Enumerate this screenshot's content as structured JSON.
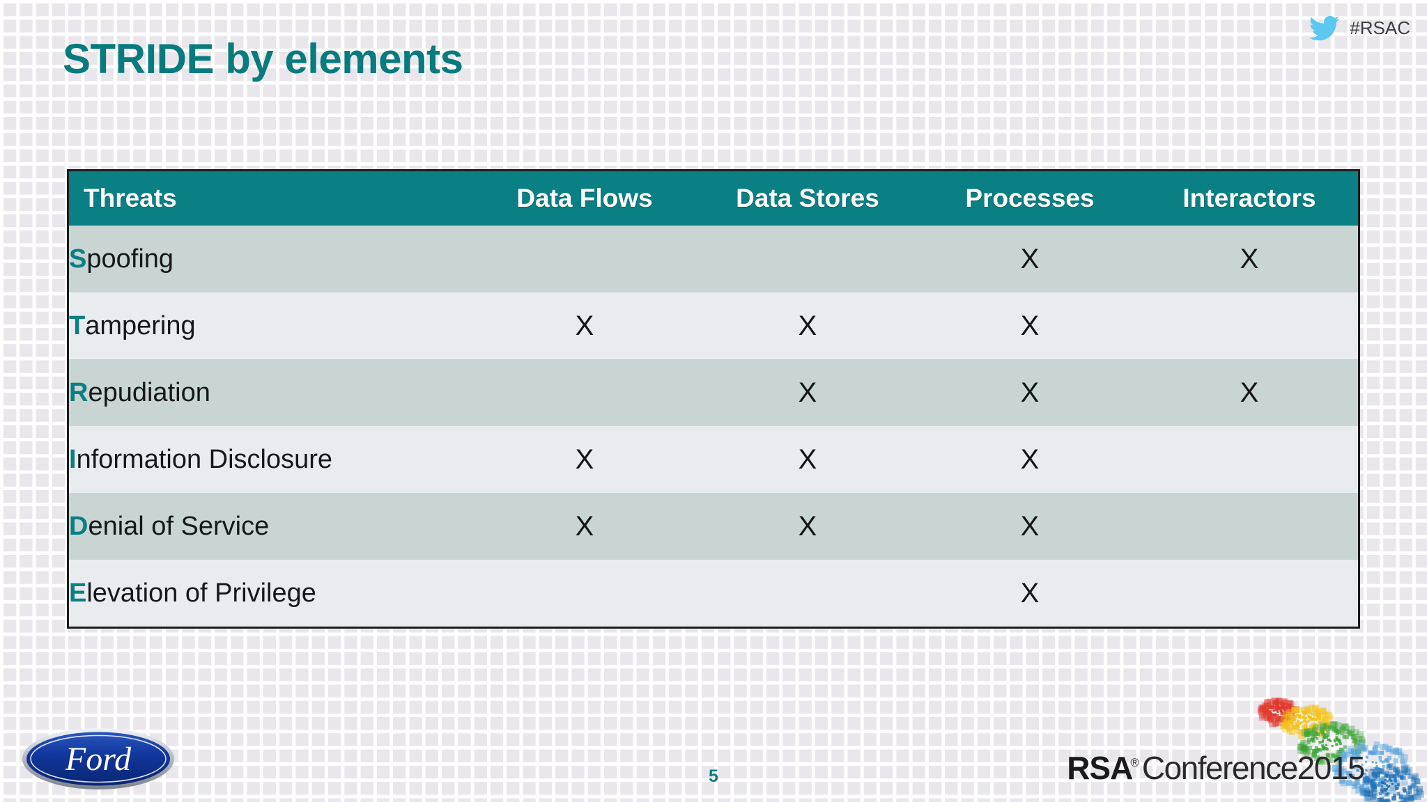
{
  "slide": {
    "title": "STRIDE by elements",
    "page_number": "5",
    "accent_teal": "#0a7f84",
    "header_bg": "#0a7f84",
    "row_odd_bg": "#c8d5d3",
    "row_even_bg": "#e9ecee",
    "background": "#eceaee"
  },
  "hashtag": {
    "icon": "twitter-bird-icon",
    "text": "#RSAC",
    "icon_color": "#5ac8f0"
  },
  "table": {
    "columns": [
      "Threats",
      "Data Flows",
      "Data Stores",
      "Processes",
      "Interactors"
    ],
    "rows": [
      {
        "initial": "S",
        "rest": "poofing",
        "marks": [
          "",
          "",
          "X",
          "X"
        ]
      },
      {
        "initial": "T",
        "rest": "ampering",
        "marks": [
          "X",
          "X",
          "X",
          ""
        ]
      },
      {
        "initial": "R",
        "rest": "epudiation",
        "marks": [
          "",
          "X",
          "X",
          "X"
        ]
      },
      {
        "initial": "I",
        "rest": "nformation Disclosure",
        "marks": [
          "X",
          "X",
          "X",
          ""
        ]
      },
      {
        "initial": "D",
        "rest": "enial of Service",
        "marks": [
          "X",
          "X",
          "X",
          ""
        ]
      },
      {
        "initial": "E",
        "rest": "levation of Privilege",
        "marks": [
          "",
          "",
          "X",
          ""
        ]
      }
    ]
  },
  "footer": {
    "ford_logo_text": "Ford",
    "ford_blue": "#10389b",
    "rsa_bold": "RSA",
    "rsa_registered": "®",
    "rsa_light": "Conference2015"
  }
}
